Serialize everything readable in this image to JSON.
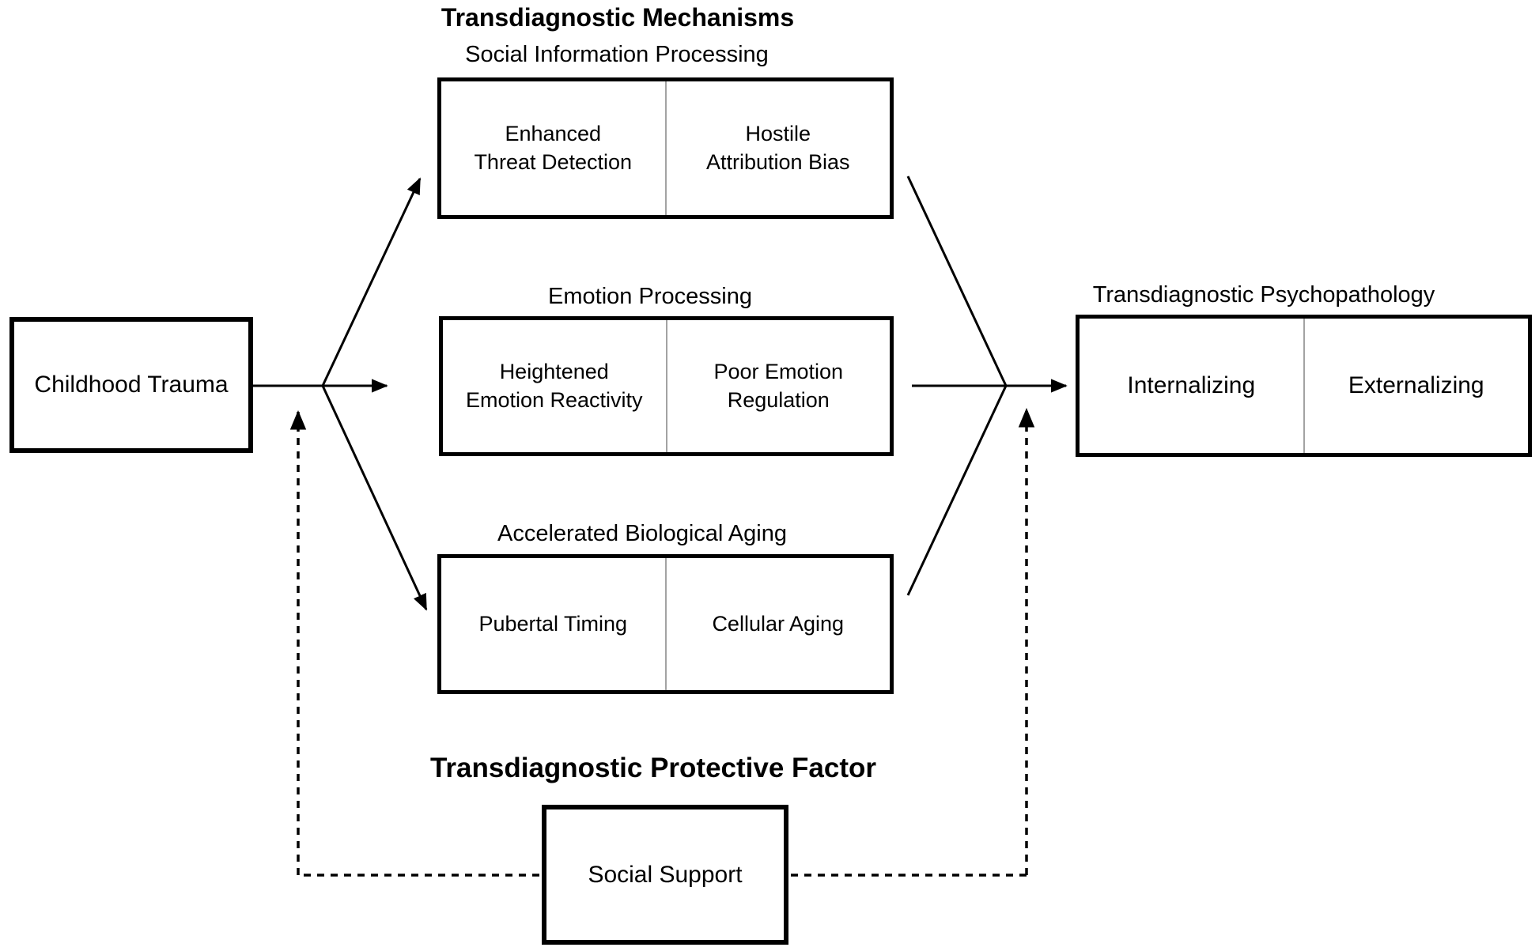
{
  "titles": {
    "mechanisms": "Transdiagnostic Mechanisms",
    "protective": "Transdiagnostic Protective Factor"
  },
  "nodes": {
    "trauma": {
      "label": "Childhood Trauma"
    },
    "sip": {
      "title": "Social Information Processing",
      "cell1": "Enhanced\nThreat Detection",
      "cell2": "Hostile\nAttribution Bias"
    },
    "emotion": {
      "title": "Emotion Processing",
      "cell1": "Heightened\nEmotion Reactivity",
      "cell2": "Poor Emotion\nRegulation"
    },
    "aging": {
      "title": "Accelerated Biological Aging",
      "cell1": "Pubertal Timing",
      "cell2": "Cellular Aging"
    },
    "psych": {
      "title": "Transdiagnostic Psychopathology",
      "cell1": "Internalizing",
      "cell2": "Externalizing"
    },
    "support": {
      "label": "Social Support"
    }
  },
  "colors": {
    "background": "#ffffff",
    "line": "#000000",
    "box_border": "#000000",
    "cell_divider": "#a3a3a3",
    "text": "#000000"
  }
}
